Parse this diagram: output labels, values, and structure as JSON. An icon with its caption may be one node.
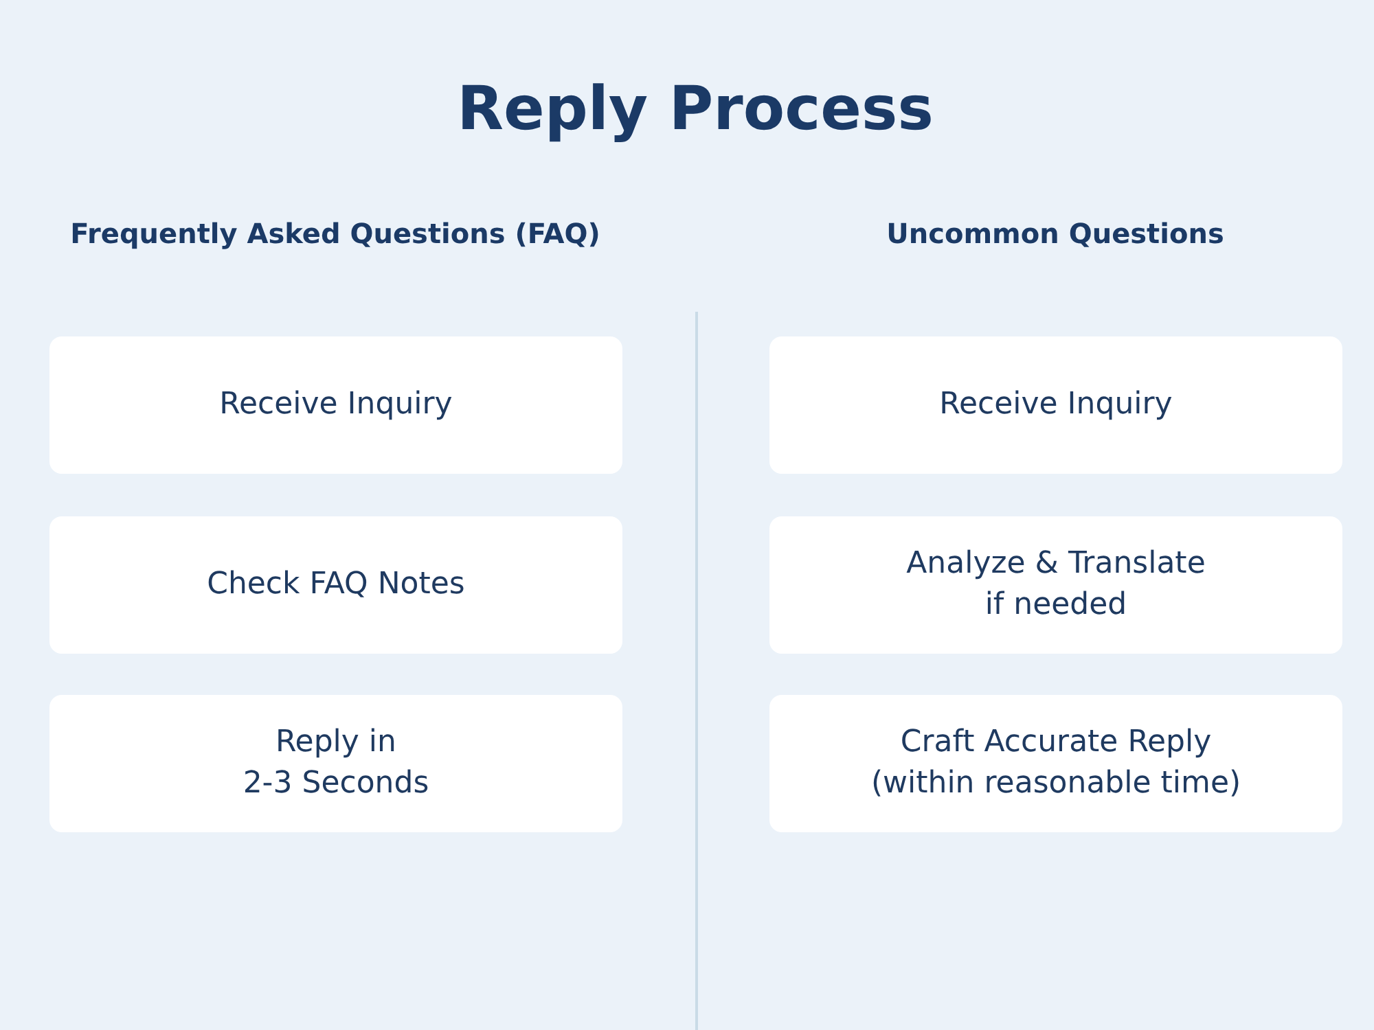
{
  "diagram": {
    "title": "Reply Process",
    "nodes": [
      {
        "text": [
          "Receive Inquiry"
        ]
      },
      {
        "text": [
          "Check FAQ Notes"
        ]
      },
      {
        "text": [
          "Reply in 2-3 Seconds"
        ]
      },
      {
        "text": [
          "Receive Inquiry"
        ]
      },
      {
        "text": [
          "Analyze & Translate if needed"
        ]
      },
      {
        "text": [
          "Craft Accurate Reply (within reasonable time)"
        ]
      }
    ],
    "labels": [
      "Frequently Asked Questions (FAQ)",
      "Uncommon Questions"
    ]
  }
}
